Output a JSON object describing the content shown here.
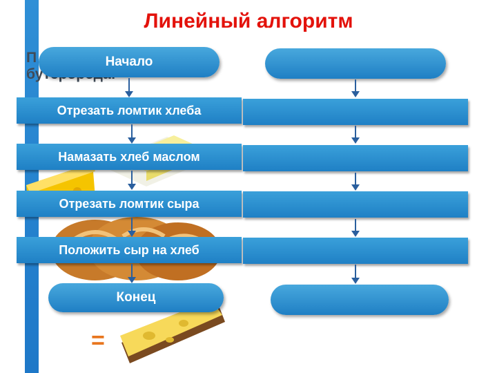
{
  "title": "Линейный алгоритм",
  "background_text": {
    "line1": "П",
    "line2": "бутеророда:"
  },
  "left_flow": {
    "start": "Начало",
    "steps": [
      "Отрезать ломтик хлеба",
      "Намазать хлеб маслом",
      "Отрезать ломтик сыра",
      "Положить сыр на хлеб"
    ],
    "end": "Конец"
  },
  "right_flow": {
    "start": "",
    "steps": [
      "",
      "",
      "",
      ""
    ],
    "end": ""
  },
  "equals_sign": "=",
  "colors": {
    "title": "#e3120b",
    "block": "#2a8fd4",
    "arrow": "#2a5f9e",
    "equals": "#e8761f",
    "stripe": "#2f8fd6"
  },
  "illustrations": [
    "cheese-wedge-image",
    "butter-image",
    "bread-loaf-image",
    "sandwich-image"
  ]
}
